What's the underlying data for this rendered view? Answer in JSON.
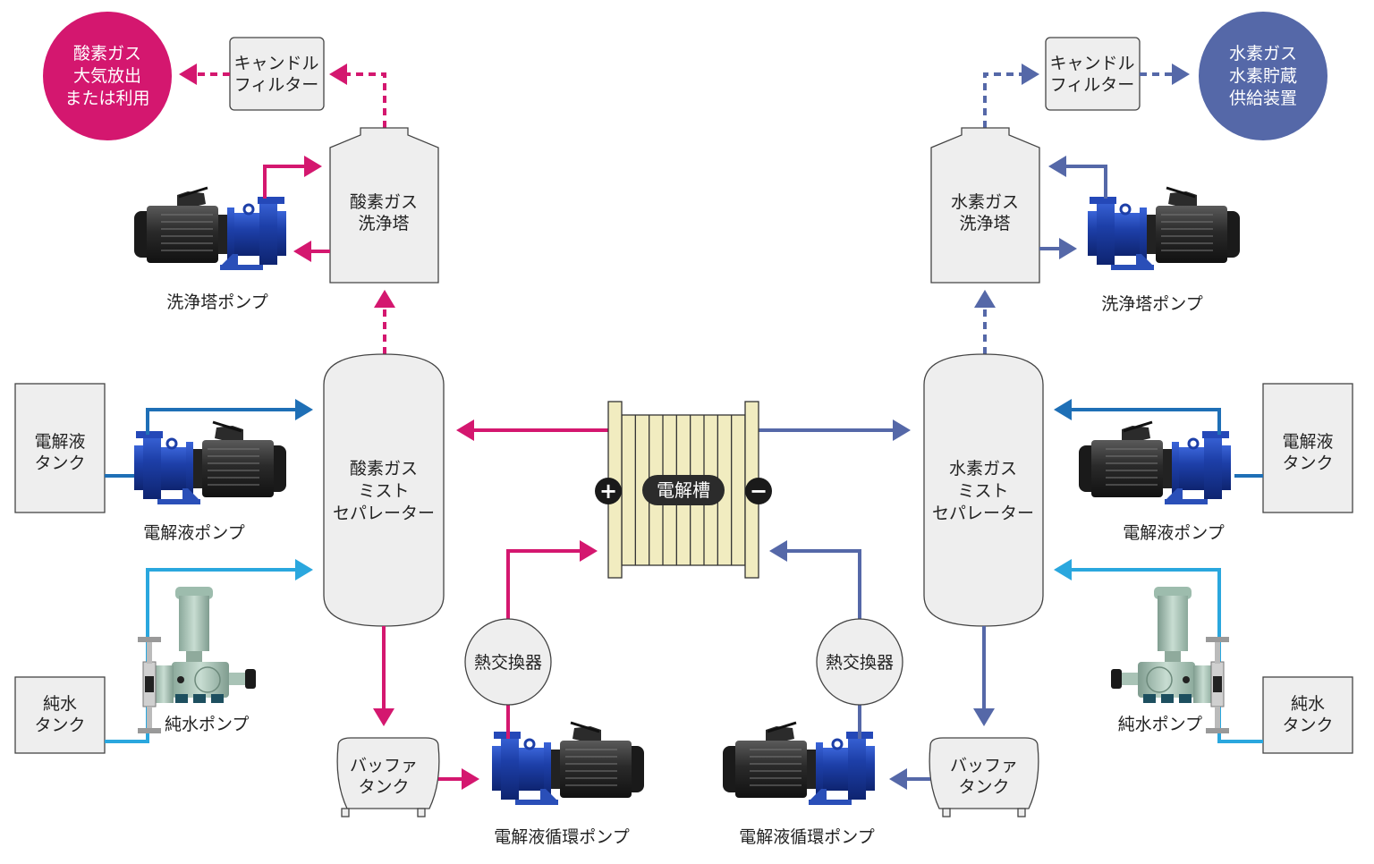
{
  "colors": {
    "oxygen": "#d4176f",
    "hydrogen": "#5568a8",
    "electrolyte": "#1e6fb6",
    "pure_water": "#2aa7de",
    "cell_fill": "#f1ecc0",
    "vessel_fill": "#eeeeee"
  },
  "oxygen_side": {
    "outlet": [
      "酸素ガス",
      "大気放出",
      "または利用"
    ],
    "candle_filter": [
      "キャンドル",
      "フィルター"
    ],
    "scrubber": [
      "酸素ガス",
      "洗浄塔"
    ],
    "scrubber_pump": "洗浄塔ポンプ",
    "electrolyte_tank": [
      "電解液",
      "タンク"
    ],
    "electrolyte_pump": "電解液ポンプ",
    "mist_separator": [
      "酸素ガス",
      "ミスト",
      "セパレーター"
    ],
    "pure_water_tank": [
      "純水",
      "タンク"
    ],
    "pure_water_pump": "純水ポンプ",
    "buffer_tank": [
      "バッファ",
      "タンク"
    ],
    "heat_exchanger": "熱交換器",
    "circulation_pump": "電解液循環ポンプ"
  },
  "hydrogen_side": {
    "outlet": [
      "水素ガス",
      "水素貯蔵",
      "供給装置"
    ],
    "candle_filter": [
      "キャンドル",
      "フィルター"
    ],
    "scrubber": [
      "水素ガス",
      "洗浄塔"
    ],
    "scrubber_pump": "洗浄塔ポンプ",
    "electrolyte_tank": [
      "電解液",
      "タンク"
    ],
    "electrolyte_pump": "電解液ポンプ",
    "mist_separator": [
      "水素ガス",
      "ミスト",
      "セパレーター"
    ],
    "pure_water_tank": [
      "純水",
      "タンク"
    ],
    "pure_water_pump": "純水ポンプ",
    "buffer_tank": [
      "バッファ",
      "タンク"
    ],
    "heat_exchanger": "熱交換器",
    "circulation_pump": "電解液循環ポンプ"
  },
  "electrolyzer": {
    "label": "電解槽",
    "anode_symbol": "+",
    "cathode_symbol": "−"
  }
}
